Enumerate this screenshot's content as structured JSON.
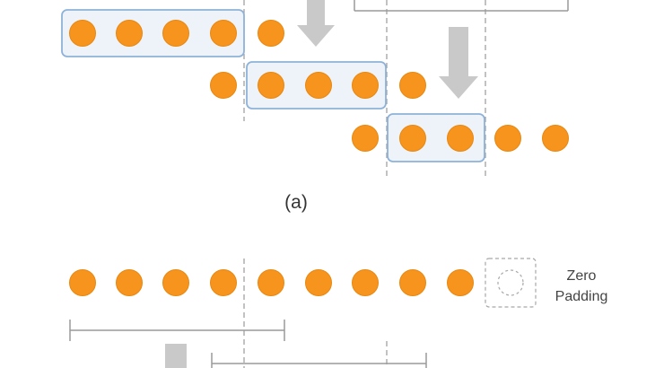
{
  "caption_a": "(a)",
  "zero_padding": {
    "line1": "Zero",
    "line2": "Padding"
  },
  "colors": {
    "dot": "#f7941d",
    "dot_edge": "#e8870f",
    "window_fill": "#eef3f9",
    "window_stroke": "#8fb2d8",
    "guide": "#9a9a9a",
    "arrow": "#c9c9c9",
    "padding_box": "#a8a8a8",
    "bracket": "#9a9a9a"
  },
  "icons": [
    "down-arrow-icon",
    "zero-padding-icon"
  ]
}
